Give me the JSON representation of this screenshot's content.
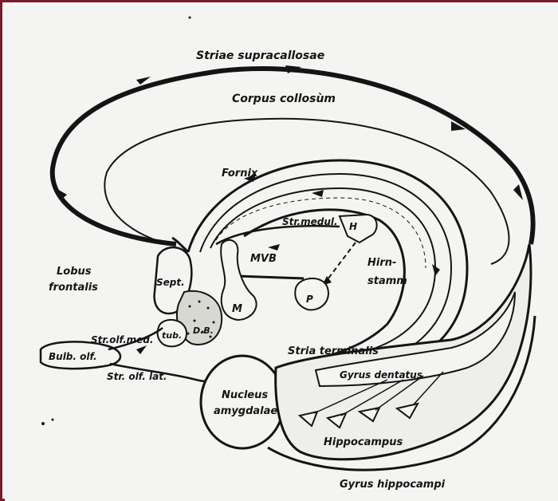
{
  "figure": {
    "labels": {
      "striae_supracallosae": "Striae supracallosae",
      "corpus_callosum": "Corpus collosùm",
      "fornix": "Fornix",
      "str_medul": "Str.medul.",
      "h": "H",
      "mvb": "MVB",
      "hirnstamm_1": "Hirn-",
      "hirnstamm_2": "stamm",
      "lobus": "Lobus",
      "frontalis": "frontalis",
      "sept": "Sept.",
      "m": "M",
      "p": "P",
      "str_olf_med": "Str.olf.med.",
      "tub": "tub.",
      "db": "D.B.",
      "bulb_olf": "Bulb. olf.",
      "str_olf_lat": "Str. olf. lat.",
      "stria_terminalis": "Stria terminalis",
      "gyrus_dentatus": "Gyrus dentatus",
      "nucleus": "Nucleus",
      "amygdalae": "amygdalae",
      "hippocampus": "Hippocampus",
      "gyrus_hippocampi": "Gyrus hippocampi"
    },
    "colors": {
      "paper": "#f4f4f2",
      "ink": "#141414",
      "frame": "#7a1a2a"
    }
  }
}
